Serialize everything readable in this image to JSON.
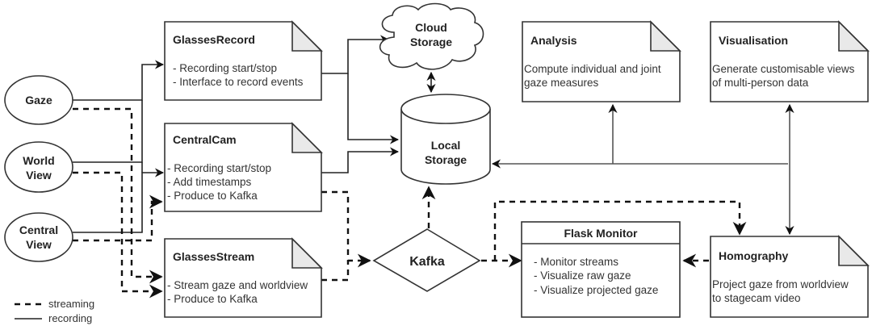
{
  "diagram": {
    "nodes": {
      "gaze": {
        "label": "Gaze"
      },
      "world_view": {
        "line1": "World",
        "line2": "View"
      },
      "central_view": {
        "line1": "Central",
        "line2": "View"
      },
      "glasses_record": {
        "title": "GlassesRecord",
        "lines": [
          "- Recording start/stop",
          "- Interface to record events"
        ]
      },
      "central_cam": {
        "title": "CentralCam",
        "lines": [
          "- Recording start/stop",
          "- Add timestamps",
          "- Produce to Kafka"
        ]
      },
      "glasses_stream": {
        "title": "GlassesStream",
        "lines": [
          "- Stream gaze and worldview",
          "- Produce to Kafka"
        ]
      },
      "cloud_storage": {
        "line1": "Cloud",
        "line2": "Storage"
      },
      "local_storage": {
        "line1": "Local",
        "line2": "Storage"
      },
      "kafka": {
        "label": "Kafka"
      },
      "analysis": {
        "title": "Analysis",
        "lines": [
          "Compute individual and joint",
          "gaze measures"
        ]
      },
      "visualisation": {
        "title": "Visualisation",
        "lines": [
          "Generate customisable views",
          "of multi-person data"
        ]
      },
      "flask_monitor": {
        "title": "Flask Monitor",
        "lines": [
          "- Monitor streams",
          "- Visualize raw gaze",
          "- Visualize projected gaze"
        ]
      },
      "homography": {
        "title": "Homography",
        "lines": [
          "Project gaze from worldview",
          "to stagecam video"
        ]
      }
    },
    "legend": {
      "streaming": "streaming",
      "recording": "recording"
    }
  }
}
